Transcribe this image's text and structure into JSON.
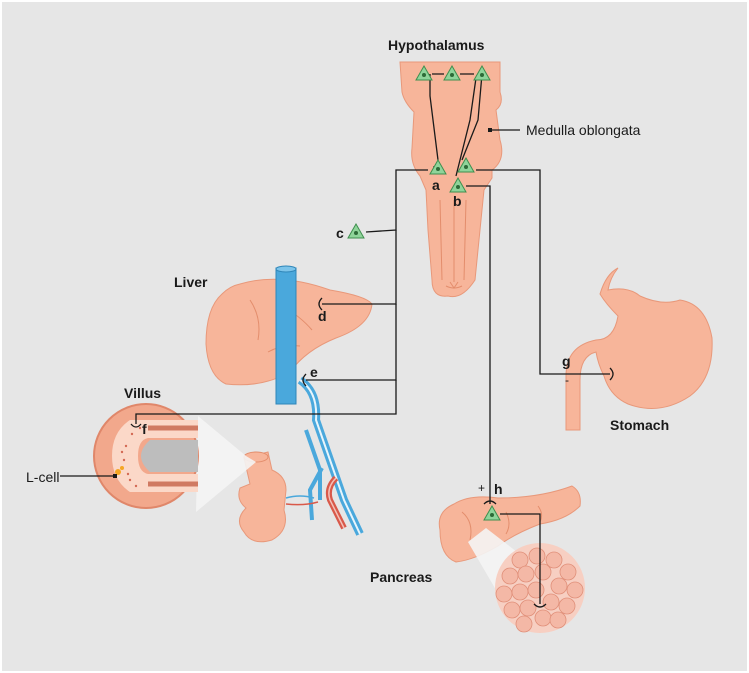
{
  "labels": {
    "hypothalamus": "Hypothalamus",
    "medulla": "Medulla oblongata",
    "liver": "Liver",
    "villus": "Villus",
    "lcell": "L-cell",
    "stomach": "Stomach",
    "pancreas": "Pancreas",
    "a": "a",
    "b": "b",
    "c": "c",
    "d": "d",
    "e": "e",
    "f": "f",
    "g": "g",
    "h": "h",
    "plus": "+",
    "minus": "-"
  },
  "colors": {
    "background": "#e6e6e6",
    "organ": "#f7b59a",
    "neuron": "#8fd49a",
    "vein": "#4aa8dc",
    "artery": "#d9594a"
  }
}
